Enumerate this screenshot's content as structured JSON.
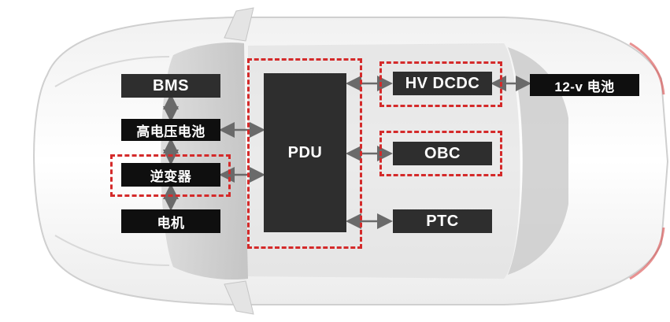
{
  "diagram": {
    "blocks": {
      "bms": "BMS",
      "battery": "高电压电池",
      "inverter": "逆变器",
      "motor": "电机",
      "pdu": "PDU",
      "hvdcdc": "HV DCDC",
      "obc": "OBC",
      "ptc": "PTC",
      "lv_battery": "12-v 电池"
    },
    "colors": {
      "block_dark": "#2e2e2e",
      "block_black": "#0f0f0f",
      "dash_red": "#d42a2a",
      "arrow_gray": "#6a6a6a"
    }
  }
}
